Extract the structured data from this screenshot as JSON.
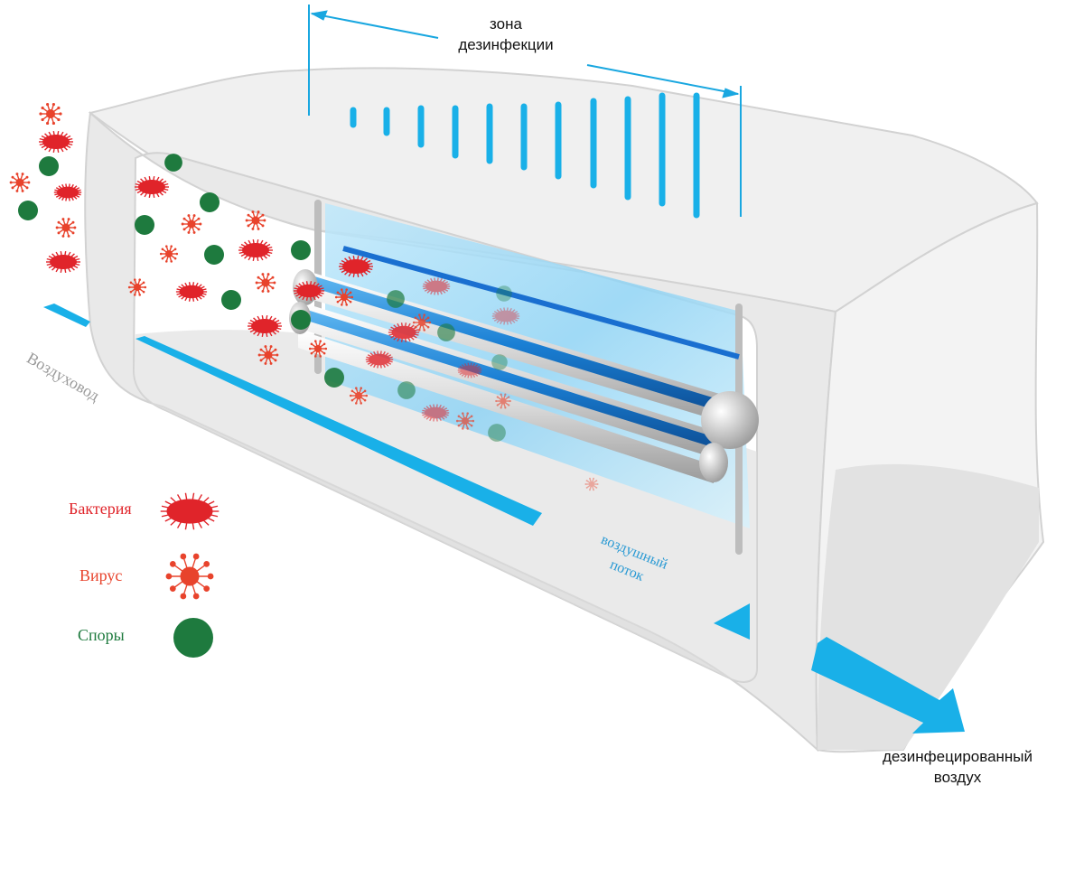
{
  "labels": {
    "zone_line1": "зона",
    "zone_line2": "дезинфекции",
    "duct": "Воздуховод",
    "airflow_line1": "воздушный",
    "airflow_line2": "поток",
    "out_line1": "дезинфецированный",
    "out_line2": "воздух"
  },
  "legend": [
    {
      "label": "Бактерия",
      "icon": "bacterium-icon",
      "color": "#e0242a"
    },
    {
      "label": "Вирус",
      "icon": "virus-icon",
      "color": "#e8432c"
    },
    {
      "label": "Споры",
      "icon": "spore-icon",
      "color": "#1e7a3e"
    }
  ],
  "colors": {
    "duct": "#ececec",
    "duct_edge": "#d2d2d2",
    "uv_lamp": "#1a7fd4",
    "uv_glow": "#8fd3f4",
    "arrow": "#19b0e8",
    "bacterium": "#e0242a",
    "virus": "#e8432c",
    "spore": "#1e7a3e"
  }
}
